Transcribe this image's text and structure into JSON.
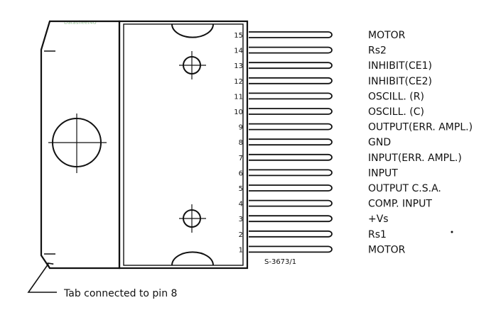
{
  "watermark": "Datasheet4U",
  "pins": [
    {
      "number": "15",
      "label": "MOTOR"
    },
    {
      "number": "14",
      "label": "Rs2"
    },
    {
      "number": "13",
      "label": "INHIBIT(CE1)"
    },
    {
      "number": "12",
      "label": "INHIBIT(CE2)"
    },
    {
      "number": "11",
      "label": "OSCILL. (R)"
    },
    {
      "number": "10",
      "label": "OSCILL. (C)"
    },
    {
      "number": "9",
      "label": "OUTPUT(ERR. AMPL.)"
    },
    {
      "number": "8",
      "label": "GND"
    },
    {
      "number": "7",
      "label": "INPUT(ERR. AMPL.)"
    },
    {
      "number": "6",
      "label": "INPUT"
    },
    {
      "number": "5",
      "label": "OUTPUT C.S.A."
    },
    {
      "number": "4",
      "label": "COMP. INPUT"
    },
    {
      "number": "3",
      "label": "+Vs"
    },
    {
      "number": "2",
      "label": "Rs1"
    },
    {
      "number": "1",
      "label": "MOTOR"
    }
  ],
  "reference_code": "S-3673/1",
  "tab_note": "Tab connected to pin 8"
}
